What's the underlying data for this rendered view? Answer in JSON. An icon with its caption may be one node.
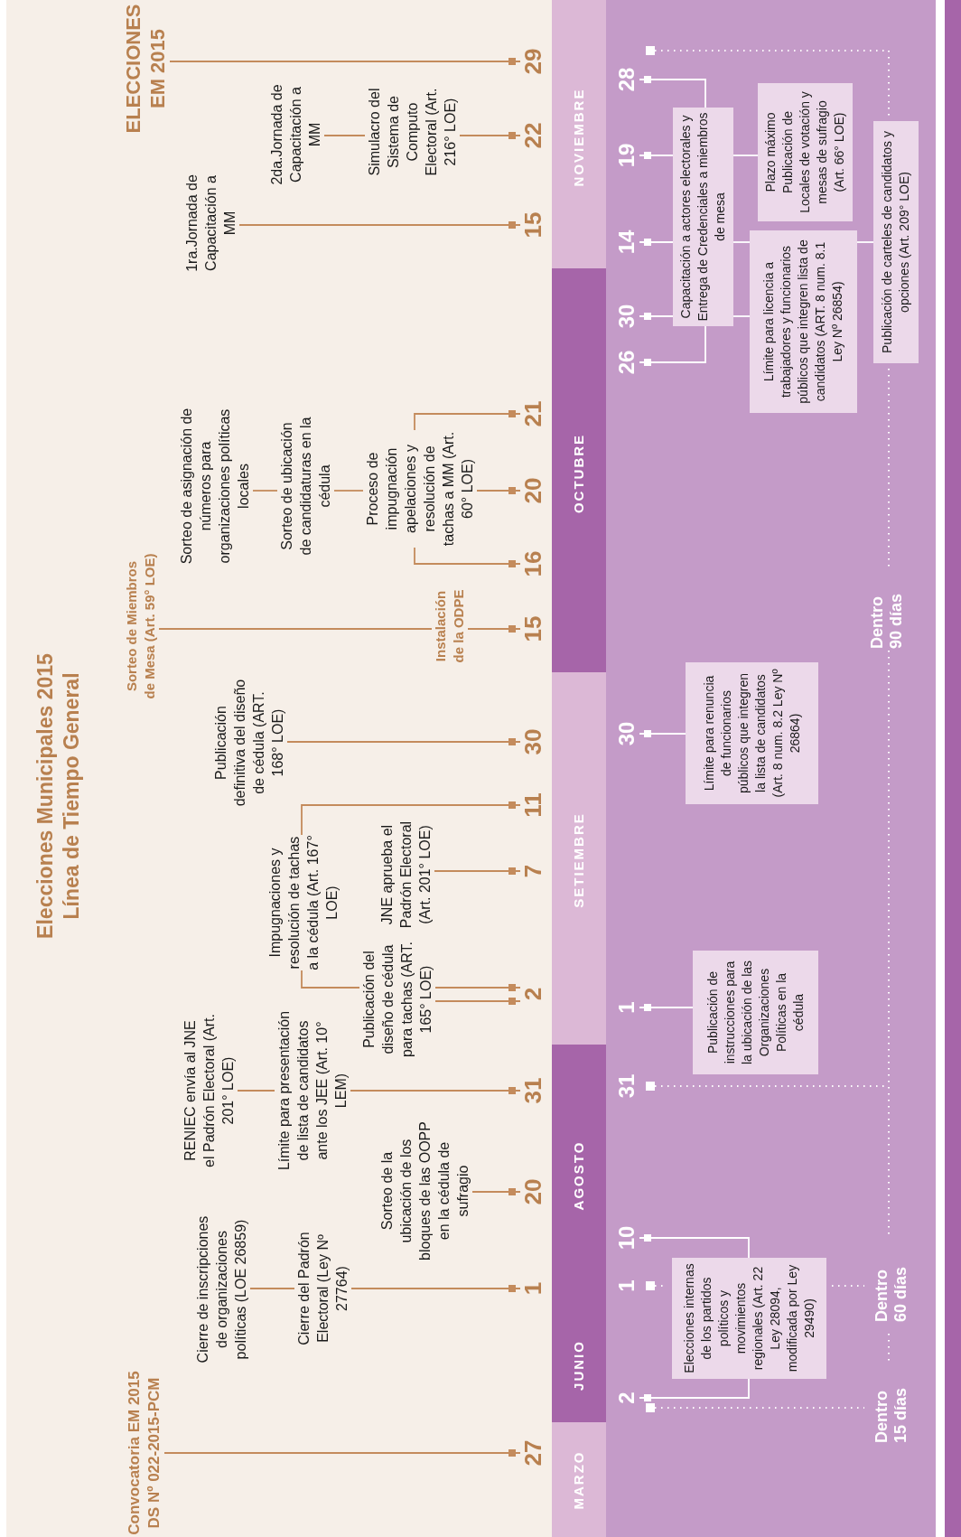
{
  "diagram": {
    "title": "Elecciones Municipales 2015 Línea de Tiempo General",
    "nodes": [
      {
        "text": [
          "Convocatoria EM 2015 DS Nº 022-2015-PCM"
        ]
      },
      {
        "text": [
          "Cierre de inscripciones de organizaciones políticas (LOE 26859)"
        ]
      },
      {
        "text": [
          "Cierre del Padrón Electoral (Ley Nº 27764)"
        ]
      },
      {
        "text": [
          "Sorteo de la ubicación de los bloques de las OOPP en la cédula de sufragio"
        ]
      },
      {
        "text": [
          "RENIEC envía al JNE el Padrón Electoral (Art. 201° LOE)"
        ]
      },
      {
        "text": [
          "Límite para presentación de lista de candidatos ante los JEE (Art. 10° LEM)"
        ]
      },
      {
        "text": [
          "Publicación del diseño de cédula para tachas (ART. 165° LOE)"
        ]
      },
      {
        "text": [
          "Impugnaciones y resolución de tachas a la cédula (Art. 167° LOE)"
        ]
      },
      {
        "text": [
          "JNE aprueba el Padrón Electoral (Art. 201° LOE)"
        ]
      },
      {
        "text": [
          "Publicación definitiva del diseño de cédula (ART. 168° LOE)"
        ]
      },
      {
        "text": [
          "Sorteo de Miembros de Mesa (Art. 59° LOE)"
        ]
      },
      {
        "text": [
          "Instalación de la ODPE"
        ]
      },
      {
        "text": [
          "Sorteo de asignación de números para organizaciones políticas locales"
        ]
      },
      {
        "text": [
          "Sorteo de ubicación de candidaturas en la cédula"
        ]
      },
      {
        "text": [
          "Proceso de impugnación apelaciones y resolución de tachas a MM (Art. 60° LOE)"
        ]
      },
      {
        "text": [
          "1ra.Jornada de Capacitación a MM"
        ]
      },
      {
        "text": [
          "2da.Jornada de Capacitación a MM"
        ]
      },
      {
        "text": [
          "Simulacro del Sistema de Computo Electoral (Art. 216° LOE)"
        ]
      },
      {
        "text": [
          "ELECCIONES EM 2015"
        ]
      },
      {
        "text": [
          "27"
        ]
      },
      {
        "text": [
          "1"
        ]
      },
      {
        "text": [
          "20"
        ]
      },
      {
        "text": [
          "31"
        ]
      },
      {
        "text": [
          "2"
        ]
      },
      {
        "text": [
          "7"
        ]
      },
      {
        "text": [
          "11"
        ]
      },
      {
        "text": [
          "30"
        ]
      },
      {
        "text": [
          "15"
        ]
      },
      {
        "text": [
          "16"
        ]
      },
      {
        "text": [
          "20"
        ]
      },
      {
        "text": [
          "21"
        ]
      },
      {
        "text": [
          "15"
        ]
      },
      {
        "text": [
          "22"
        ]
      },
      {
        "text": [
          "29"
        ]
      },
      {
        "text": [
          "2"
        ]
      },
      {
        "text": [
          "1"
        ]
      },
      {
        "text": [
          "10"
        ]
      },
      {
        "text": [
          "31"
        ]
      },
      {
        "text": [
          "1"
        ]
      },
      {
        "text": [
          "30"
        ]
      },
      {
        "text": [
          "26"
        ]
      },
      {
        "text": [
          "30"
        ]
      },
      {
        "text": [
          "14"
        ]
      },
      {
        "text": [
          "19"
        ]
      },
      {
        "text": [
          "28"
        ]
      },
      {
        "text": [
          "Elecciones internas de los partidos políticos y movimientos regionales (Art. 22 Ley 28094, modificada por Ley 29490)"
        ]
      },
      {
        "text": [
          "Publicación de instrucciones para la ubicación de las Organizaciones Políticas en la cédula"
        ]
      },
      {
        "text": [
          "Límite para renuncia de funcionarios públicos que integren la lista de candidatos (Art. 8 num. 8.2 Ley Nº 26864)"
        ]
      },
      {
        "text": [
          "Capacitación a actores electorales y Entrega de Credenciales a miembros de mesa"
        ]
      },
      {
        "text": [
          "Límite para licencia a trabajadores y funcionarios públicos que integren lista de candidatos (ART. 8 num. 8.1 Ley Nº 26854)"
        ]
      },
      {
        "text": [
          "Plazo máximo Publicación de Locales de votación y mesas de sufragio (Art. 66° LOE)"
        ]
      },
      {
        "text": [
          "Publicación de carteles de candidatos y opciones (Art. 209° LOE)"
        ]
      }
    ],
    "edges": [
      {
        "from": 0,
        "to": 19,
        "arrow": "other"
      },
      {
        "from": 1,
        "to": 2,
        "arrow": "none"
      },
      {
        "from": 2,
        "to": 20,
        "arrow": "other"
      },
      {
        "from": 3,
        "to": 21,
        "arrow": "other"
      },
      {
        "from": 4,
        "to": 5,
        "arrow": "none"
      },
      {
        "from": 5,
        "to": 22,
        "arrow": "other"
      },
      {
        "from": 7,
        "to": 6,
        "arrow": "none"
      },
      {
        "from": 6,
        "to": 23,
        "arrow": "other"
      },
      {
        "from": 6,
        "to": 23,
        "arrow": "other"
      },
      {
        "from": 7,
        "to": 25,
        "arrow": "other"
      },
      {
        "from": 8,
        "to": 24,
        "arrow": "other"
      },
      {
        "from": 9,
        "to": 26,
        "arrow": "other"
      },
      {
        "from": 10,
        "to": 11,
        "arrow": "none"
      },
      {
        "from": 11,
        "to": 27,
        "arrow": "other"
      },
      {
        "from": 12,
        "to": 13,
        "arrow": "none"
      },
      {
        "from": 13,
        "to": 14,
        "arrow": "none"
      },
      {
        "from": 14,
        "to": 29,
        "arrow": "other"
      },
      {
        "from": 14,
        "to": 28,
        "arrow": "other"
      },
      {
        "from": 14,
        "to": 30,
        "arrow": "other"
      },
      {
        "from": 15,
        "to": 31,
        "arrow": "other"
      },
      {
        "from": 16,
        "to": 17,
        "arrow": "none"
      },
      {
        "from": 17,
        "to": 32,
        "arrow": "other"
      },
      {
        "from": 18,
        "to": 33,
        "arrow": "other"
      },
      {
        "from": 45,
        "to": 34,
        "arrow": "other",
        "color": "#ffffff"
      },
      {
        "from": 45,
        "to": 36,
        "arrow": "other",
        "color": "#ffffff"
      },
      {
        "from": 46,
        "to": 38,
        "arrow": "other",
        "color": "#ffffff"
      },
      {
        "from": 47,
        "to": 39,
        "arrow": "other",
        "color": "#ffffff"
      },
      {
        "from": 48,
        "to": 40,
        "arrow": "other",
        "color": "#ffffff"
      },
      {
        "from": 48,
        "to": 41,
        "arrow": "other",
        "color": "#ffffff"
      },
      {
        "from": 48,
        "to": 42,
        "arrow": "other",
        "color": "#ffffff"
      },
      {
        "from": 48,
        "to": 43,
        "arrow": "other",
        "color": "#ffffff"
      },
      {
        "from": 48,
        "to": 44,
        "arrow": "other",
        "color": "#ffffff"
      },
      {
        "from": 48,
        "to": 50,
        "arrow": "none",
        "color": "#ffffff"
      },
      {
        "from": 48,
        "to": 49,
        "arrow": "none",
        "color": "#ffffff"
      },
      {
        "from": 48,
        "to": 49,
        "arrow": "none",
        "color": "#ffffff"
      },
      {
        "from": 49,
        "to": 51,
        "arrow": "none",
        "color": "#ffffff"
      }
    ],
    "labels": [
      "MARZO",
      "JUNIO",
      "AGOSTO",
      "SETIEMBRE",
      "OCTUBRE",
      "NOVIEMBRE",
      "Dentro 15 días",
      "Dentro 60 días",
      "Dentro 90 días"
    ]
  }
}
